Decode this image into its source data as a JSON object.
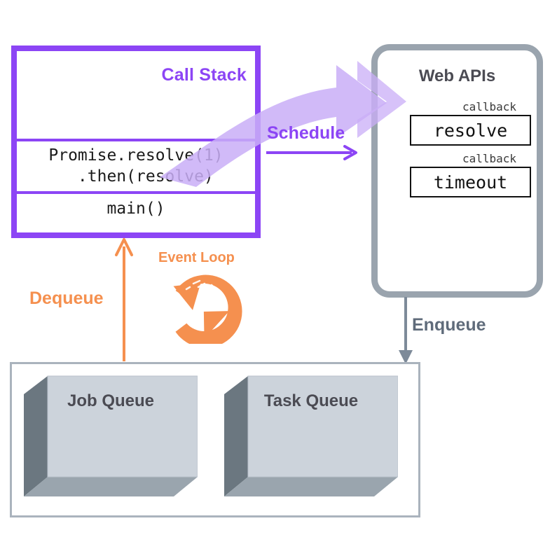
{
  "diagram": {
    "title": "JavaScript Event Loop Diagram",
    "background": "#ffffff"
  },
  "colors": {
    "purple": "#8c45f5",
    "purple_translucent": "#c9aef7",
    "gray": "#9aa4ae",
    "gray_text": "#4b4b53",
    "gray_arrow": "#5f6b7a",
    "orange": "#f5904f",
    "box_face": "#ccd3db",
    "box_side": "#6b7780",
    "box_bottom": "#9aa5ae",
    "black": "#111111"
  },
  "call_stack": {
    "title": "Call Stack",
    "frames": [
      {
        "id": "empty-slot",
        "text": ""
      },
      {
        "id": "promise-frame",
        "text": "Promise.resolve(1)\n  .then(resolve)"
      },
      {
        "id": "main-frame",
        "text": "main()"
      }
    ]
  },
  "web_apis": {
    "title": "Web APIs",
    "entries": [
      {
        "label": "callback",
        "name": "resolve"
      },
      {
        "label": "callback",
        "name": "timeout"
      }
    ]
  },
  "arrows": {
    "schedule": {
      "label": "Schedule",
      "direction": "right",
      "color": "#8c45f5",
      "from": "call-stack",
      "to": "web-apis"
    },
    "enqueue": {
      "label": "Enqueue",
      "direction": "down",
      "color": "#5f6b7a",
      "from": "web-apis",
      "to": "queues"
    },
    "dequeue": {
      "label": "Dequeue",
      "direction": "up",
      "color": "#f5904f",
      "from": "queues",
      "to": "call-stack"
    }
  },
  "event_loop": {
    "label": "Event Loop",
    "icon": "circular-arrow-icon",
    "color": "#f5904f"
  },
  "queues": {
    "items": [
      {
        "id": "job-queue",
        "label": "Job Queue"
      },
      {
        "id": "task-queue",
        "label": "Task Queue"
      }
    ]
  }
}
